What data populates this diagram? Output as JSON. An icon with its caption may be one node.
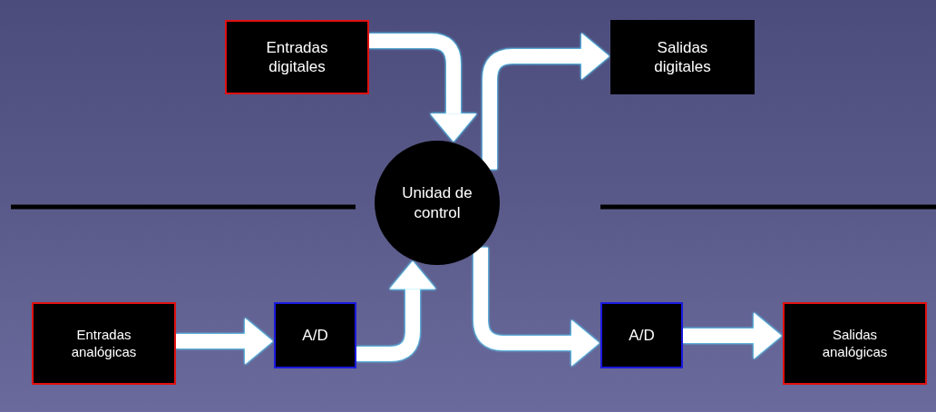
{
  "diagram": {
    "nodes": [
      {
        "text": [
          "Entradas digitales"
        ]
      },
      {
        "text": [
          "Salidas digitales"
        ]
      },
      {
        "text": [
          "Unidad de control"
        ]
      },
      {
        "text": [
          "Entradas analógicas"
        ]
      },
      {
        "text": [
          "A/D"
        ]
      },
      {
        "text": [
          "A/D"
        ]
      },
      {
        "text": [
          "Salidas analógicas"
        ]
      }
    ],
    "edges": [
      {
        "from": 0,
        "to": 2,
        "arrow": "to"
      },
      {
        "from": 2,
        "to": 1,
        "arrow": "to"
      },
      {
        "from": 3,
        "to": 4,
        "arrow": "to"
      },
      {
        "from": 4,
        "to": 2,
        "arrow": "to"
      },
      {
        "from": 2,
        "to": 5,
        "arrow": "to"
      },
      {
        "from": 5,
        "to": 6,
        "arrow": "to"
      }
    ]
  }
}
